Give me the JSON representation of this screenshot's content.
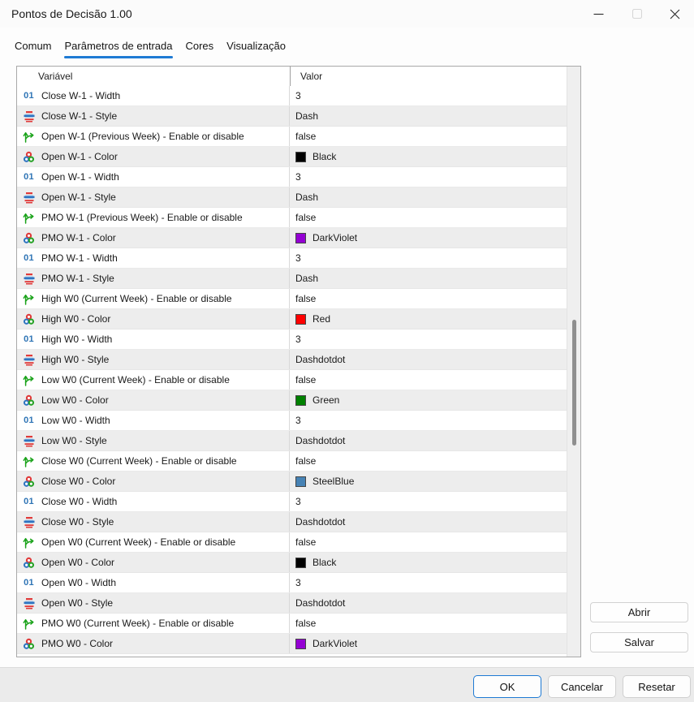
{
  "window": {
    "title": "Pontos de Decisão 1.00"
  },
  "colors": {
    "accent": "#1e7ad4",
    "row_alt": "#ededed",
    "table_border": "#a9a9a9"
  },
  "tabs": [
    {
      "label": "Comum",
      "active": false
    },
    {
      "label": "Parâmetros de entrada",
      "active": true
    },
    {
      "label": "Cores",
      "active": false
    },
    {
      "label": "Visualização",
      "active": false
    }
  ],
  "table": {
    "headers": {
      "variable": "Variável",
      "value": "Valor"
    },
    "rows": [
      {
        "icon": "width",
        "variable": "Close W-1 - Width",
        "value": "3"
      },
      {
        "icon": "style",
        "variable": "Close W-1 - Style",
        "value": "Dash"
      },
      {
        "icon": "enable",
        "variable": "Open W-1 (Previous Week) - Enable or disable",
        "value": "false"
      },
      {
        "icon": "color",
        "variable": "Open W-1 - Color",
        "value": "Black",
        "swatch": "#000000"
      },
      {
        "icon": "width",
        "variable": "Open W-1 - Width",
        "value": "3"
      },
      {
        "icon": "style",
        "variable": "Open W-1 - Style",
        "value": "Dash"
      },
      {
        "icon": "enable",
        "variable": "PMO W-1 (Previous Week) - Enable or disable",
        "value": "false"
      },
      {
        "icon": "color",
        "variable": "PMO W-1 - Color",
        "value": "DarkViolet",
        "swatch": "#9400D3"
      },
      {
        "icon": "width",
        "variable": "PMO W-1 - Width",
        "value": "3"
      },
      {
        "icon": "style",
        "variable": "PMO W-1 - Style",
        "value": "Dash"
      },
      {
        "icon": "enable",
        "variable": "High W0 (Current Week) - Enable or disable",
        "value": "false"
      },
      {
        "icon": "color",
        "variable": "High W0 - Color",
        "value": "Red",
        "swatch": "#FF0000"
      },
      {
        "icon": "width",
        "variable": "High W0 - Width",
        "value": "3"
      },
      {
        "icon": "style",
        "variable": "High W0 - Style",
        "value": "Dashdotdot"
      },
      {
        "icon": "enable",
        "variable": "Low W0 (Current Week) - Enable or disable",
        "value": "false"
      },
      {
        "icon": "color",
        "variable": "Low W0 - Color",
        "value": "Green",
        "swatch": "#008000"
      },
      {
        "icon": "width",
        "variable": "Low W0 - Width",
        "value": "3"
      },
      {
        "icon": "style",
        "variable": "Low W0 - Style",
        "value": "Dashdotdot"
      },
      {
        "icon": "enable",
        "variable": "Close W0 (Current Week) - Enable or disable",
        "value": "false"
      },
      {
        "icon": "color",
        "variable": "Close W0 - Color",
        "value": "SteelBlue",
        "swatch": "#4682B4"
      },
      {
        "icon": "width",
        "variable": "Close W0 - Width",
        "value": "3"
      },
      {
        "icon": "style",
        "variable": "Close W0 - Style",
        "value": "Dashdotdot"
      },
      {
        "icon": "enable",
        "variable": "Open W0 (Current Week) - Enable or disable",
        "value": "false"
      },
      {
        "icon": "color",
        "variable": "Open W0 - Color",
        "value": "Black",
        "swatch": "#000000"
      },
      {
        "icon": "width",
        "variable": "Open W0 - Width",
        "value": "3"
      },
      {
        "icon": "style",
        "variable": "Open W0 - Style",
        "value": "Dashdotdot"
      },
      {
        "icon": "enable",
        "variable": "PMO W0 (Current Week) - Enable or disable",
        "value": "false"
      },
      {
        "icon": "color",
        "variable": "PMO W0 - Color",
        "value": "DarkViolet",
        "swatch": "#9400D3"
      }
    ]
  },
  "side_buttons": {
    "open": "Abrir",
    "save": "Salvar"
  },
  "footer_buttons": {
    "ok": "OK",
    "cancel": "Cancelar",
    "reset": "Resetar"
  }
}
